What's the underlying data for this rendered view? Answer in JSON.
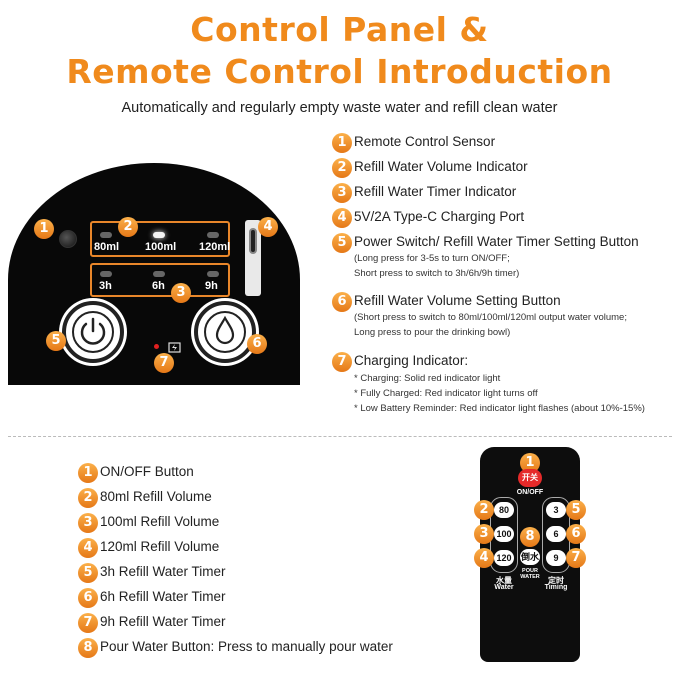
{
  "header": {
    "title_line1": "Control Panel &",
    "title_line2": "Remote Control Introduction",
    "subtitle": "Automatically and regularly empty waste water and refill clean water"
  },
  "panel": {
    "volume_labels": [
      "80ml",
      "100ml",
      "120ml"
    ],
    "timer_labels": [
      "3h",
      "6h",
      "9h"
    ],
    "callouts": [
      "1",
      "2",
      "3",
      "4",
      "5",
      "6",
      "7"
    ]
  },
  "panel_features": [
    {
      "num": "1",
      "label": "Remote Control Sensor"
    },
    {
      "num": "2",
      "label": "Refill Water Volume Indicator"
    },
    {
      "num": "3",
      "label": "Refill Water Timer Indicator"
    },
    {
      "num": "4",
      "label": "5V/2A Type-C Charging Port"
    },
    {
      "num": "5",
      "label": "Power Switch/ Refill Water Timer Setting Button",
      "notes": [
        "(Long press for 3-5s to turn ON/OFF;",
        "Short press to switch to 3h/6h/9h timer)"
      ]
    },
    {
      "num": "6",
      "label": "Refill Water Volume Setting Button",
      "notes": [
        "(Short press to switch to 80ml/100ml/120ml output water volume;",
        "Long press to pour the drinking bowl)"
      ]
    },
    {
      "num": "7",
      "label": "Charging Indicator:",
      "notes": [
        "* Charging: Solid red indicator light",
        "* Fully Charged: Red indicator light turns off",
        "* Low Battery Reminder: Red indicator light flashes (about 10%-15%)"
      ]
    }
  ],
  "remote_features": [
    {
      "num": "1",
      "label": "ON/OFF Button"
    },
    {
      "num": "2",
      "label": "80ml Refill Volume"
    },
    {
      "num": "3",
      "label": "100ml Refill Volume"
    },
    {
      "num": "4",
      "label": "120ml Refill Volume"
    },
    {
      "num": "5",
      "label": "3h Refill Water Timer"
    },
    {
      "num": "6",
      "label": "6h Refill Water Timer"
    },
    {
      "num": "7",
      "label": "9h Refill Water Timer"
    },
    {
      "num": "8",
      "label": "Pour Water Button: Press to manually pour water"
    }
  ],
  "remote": {
    "power_label": "开关",
    "power_sub": "ON/OFF",
    "volume_buttons": [
      "80",
      "100",
      "120"
    ],
    "timer_buttons": [
      "3",
      "6",
      "9"
    ],
    "pour_label": "倒水",
    "pour_sub": "POUR WATER",
    "volume_cn": "水量",
    "volume_en": "Water",
    "timer_cn": "定时",
    "timer_en": "Timing",
    "callouts": [
      "1",
      "2",
      "3",
      "4",
      "5",
      "6",
      "7",
      "8"
    ]
  },
  "colors": {
    "accent": "#f08a1c",
    "device": "#080808",
    "indicator_red": "#e02020"
  }
}
